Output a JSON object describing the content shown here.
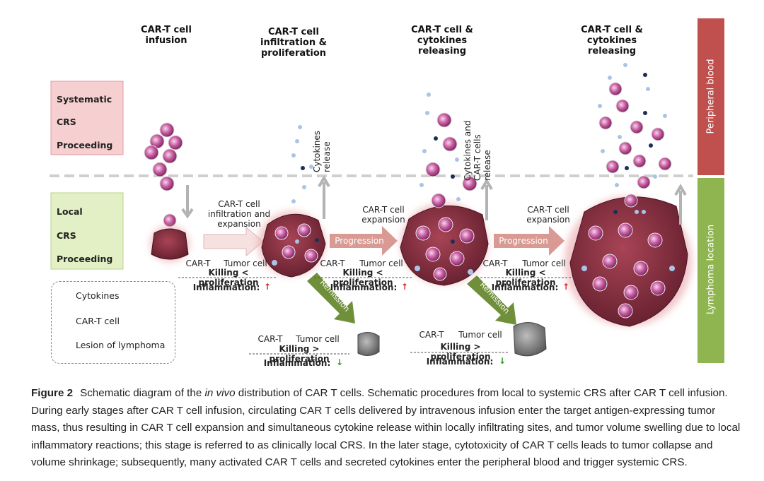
{
  "stage_titles": {
    "s1": "CAR-T cell\ninfusion",
    "s2": "CAR-T cell\ninfiltration &\nproliferation",
    "s3": "CAR-T cell &\ncytokines\nreleasing",
    "s4": "CAR-T cell &\ncytokines\nreleasing"
  },
  "systemic_box": {
    "line1": "Systematic",
    "line2": "CRS",
    "line3": "Proceeding"
  },
  "local_box": {
    "line1": "Local",
    "line2": "CRS",
    "line3": "Proceeding"
  },
  "side_bands": {
    "top": "Peripheral blood",
    "bottom": "Lymphoma location"
  },
  "vertical_labels": {
    "cytokines_release": "Cytokines\nrelease",
    "cytokines_cart_release": "Cytokines and\nCAR-T cells\nrelease"
  },
  "expansion_labels": {
    "first": "CAR-T cell\ninfiltration and\nexpansion",
    "second": "CAR-T cell\nexpansion",
    "third": "CAR-T cell\nexpansion"
  },
  "progression_label": "Progression",
  "remission_label": "Remission",
  "balance_progress": {
    "line1_left": "CAR-T",
    "line1_right": "Tumor cell",
    "line2": "Killing < proliferation",
    "inflammation": "Inflammation:",
    "arrow": "↑"
  },
  "balance_remission": {
    "line1_left": "CAR-T",
    "line1_right": "Tumor cell",
    "line2": "Killing > proliferation",
    "inflammation": "Inflammation:",
    "arrow": "↓"
  },
  "legend": {
    "cytokines": "Cytokines",
    "cart_cell": "CAR-T cell",
    "lesion": "Lesion of lymphoma"
  },
  "caption": {
    "label": "Figure 2",
    "text_before_italic": "Schematic diagram of the ",
    "italic": "in vivo",
    "text_after_italic": " distribution of CAR T cells. Schematic procedures from local to systemic CRS after CAR T cell infusion. During early stages after CAR T cell infusion, circulating CAR T cells delivered by intravenous infusion enter the target antigen-expressing tumor mass, thus resulting in CAR T cell expansion and simultaneous cytokine release within locally infiltrating sites, and tumor volume swelling due to local inflammatory reactions; this stage is referred to as clinically local CRS. In the later stage, cytotoxicity of CAR T cells leads to tumor collapse and volume shrinkage; subsequently, many activated CAR T cells and secreted cytokines enter the peripheral blood and trigger systemic CRS."
  },
  "colors": {
    "systemic_fill": "#f6cfd0",
    "local_fill": "#e3efc4",
    "peripheral_band": "#c0504d",
    "lymphoma_band": "#8fb550",
    "progression_arrow": "#d99a94",
    "remission_arrow": "#6f8f3a",
    "lesion": "#8a2f3f"
  }
}
